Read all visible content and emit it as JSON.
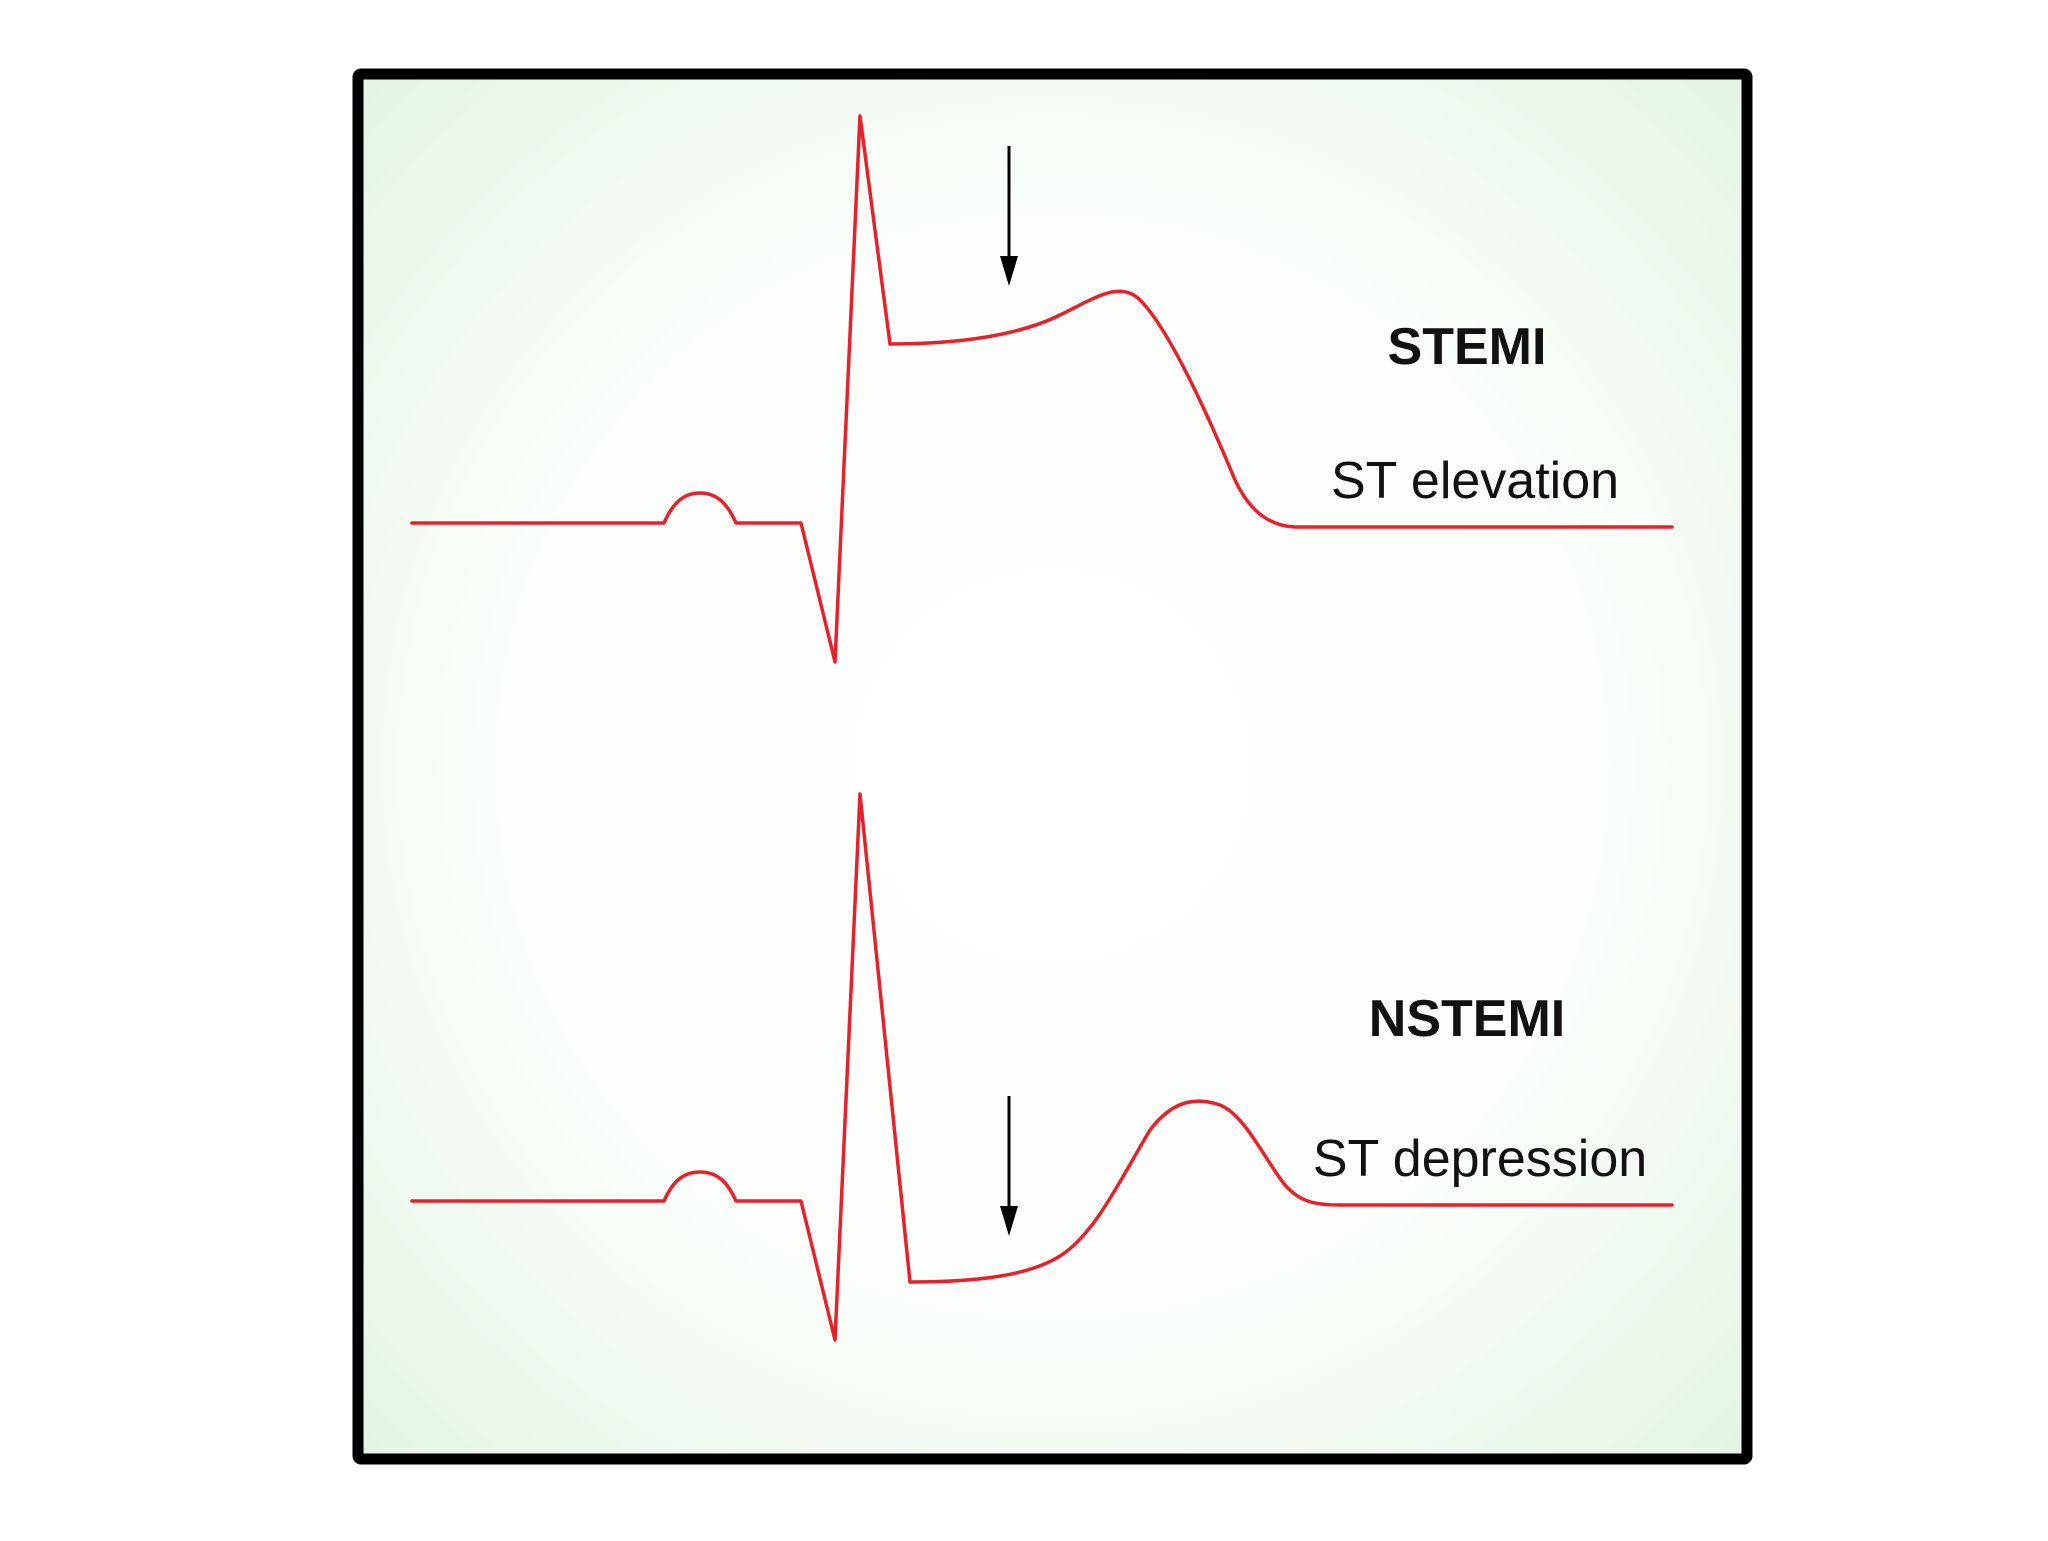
{
  "colors": {
    "trace": "#e3222c",
    "frame": "#000000",
    "panel_edge": "#e6f5e6",
    "panel_center": "#ffffff",
    "text": "#111111",
    "arrow": "#000000"
  },
  "stemi": {
    "title": "STEMI",
    "subtitle": "ST elevation",
    "st_segment": "elevation"
  },
  "nstemi": {
    "title": "NSTEMI",
    "subtitle": "ST depression",
    "st_segment": "depression"
  }
}
